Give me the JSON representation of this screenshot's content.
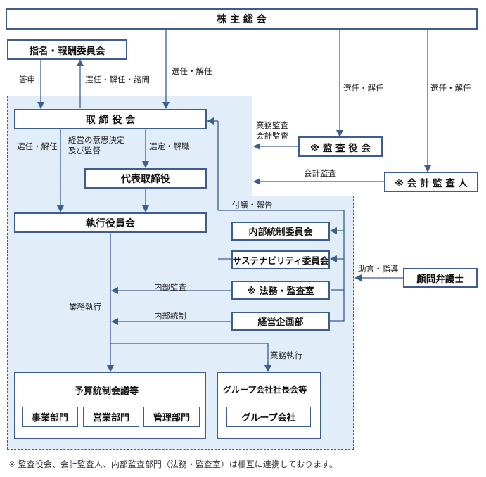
{
  "boxes": {
    "shareholders": "株 主 総 会",
    "nomination_committee": "指名・報酬委員会",
    "board": "取 締 役 会",
    "representative_director": "代表取締役",
    "executive_committee": "執行役員会",
    "audit_board": "※ 監 査 役 会",
    "accounting_auditor": "※ 会 計 監 査 人",
    "internal_control_committee": "内部統制委員会",
    "sustainability_committee": "サステナビリティ委員会",
    "legal_audit_office": "※ 法務・監査室",
    "corporate_planning": "経営企画部",
    "legal_advisor": "顧問弁護士",
    "budget_meeting": "予算統制会議等",
    "business_dept": "事業部門",
    "sales_dept": "営業部門",
    "admin_dept": "管理部門",
    "group_meeting": "グループ会社社長会等",
    "group_company": "グループ会社"
  },
  "labels": {
    "toushin": "答申",
    "elect_dismiss_consult": "選任・解任・諮問",
    "elect_dismiss_board": "選任・解任",
    "elect_dismiss_audit": "選任・解任",
    "elect_dismiss_accounting": "選任・解任",
    "elect_dismiss_exec": "選任・解任",
    "mgmt_decision_1": "経営の意思決定",
    "mgmt_decision_2": "及び監督",
    "appoint_dismiss": "選定・解職",
    "business_audit_1": "業務監査",
    "business_audit_2": "会計監査",
    "accounting_audit": "会計監査",
    "refer_report": "付議・報告",
    "advice_guidance": "助言・指導",
    "internal_audit": "内部監査",
    "internal_control": "内部統制",
    "business_execution_1": "業務執行",
    "business_execution_2": "業務執行"
  },
  "footnote": "※ 監査役会、会計監査人、内部監査部門（法務・監査室）は相互に連携しております。",
  "colors": {
    "line": "#3c5d8e",
    "box_border": "#3c5d8e",
    "region_fill": "#e1edf9"
  }
}
